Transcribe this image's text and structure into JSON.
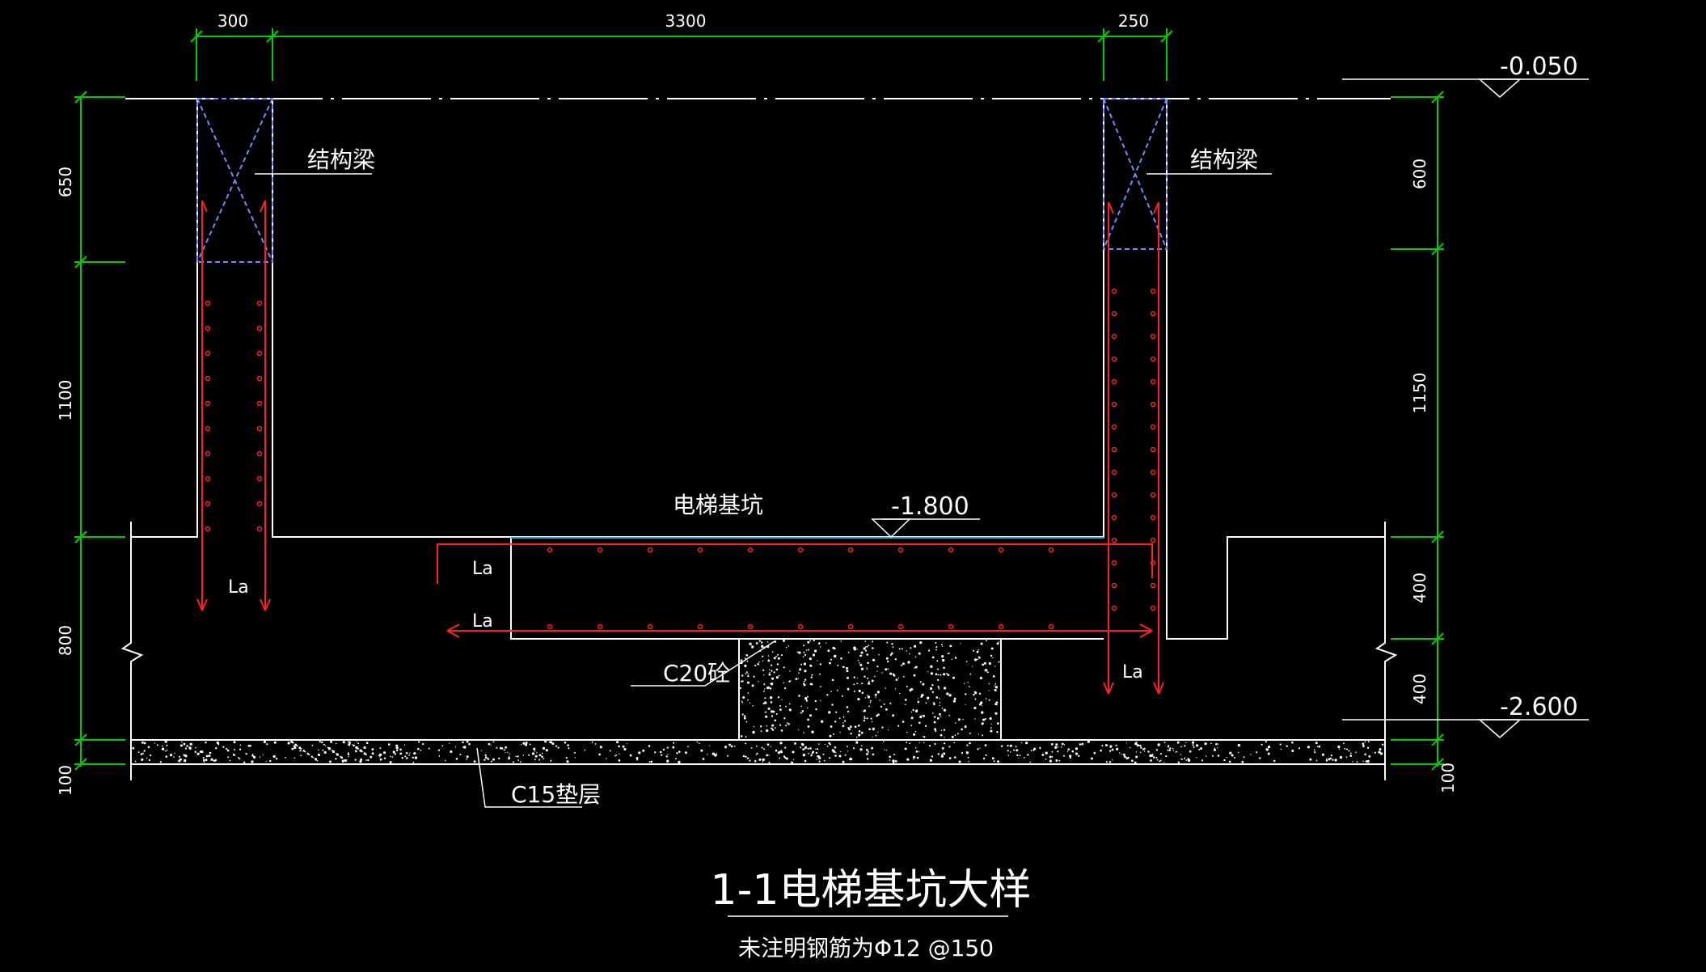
{
  "drawing": {
    "title": "1-1电梯基坑大样",
    "note": "未注明钢筋为Φ12 @150",
    "pit_label": "电梯基坑",
    "beam_left_label": "结构梁",
    "beam_right_label": "结构梁",
    "c20_label": "C20砼",
    "c15_label": "C15垫层",
    "anchor_label": "La"
  },
  "elevations": {
    "top": "-0.050",
    "pit_bottom": "-1.800",
    "base": "-2.600"
  },
  "dimensions": {
    "top": [
      "300",
      "3300",
      "250"
    ],
    "left": [
      "650",
      "1100",
      "800",
      "100"
    ],
    "right": [
      "600",
      "1150",
      "400",
      "400",
      "100"
    ]
  },
  "colors": {
    "background": "#000000",
    "outline": "#ffffff",
    "dimension": "#00cc00",
    "rebar": "#ff2020",
    "beam": "#6f8cff",
    "waterline": "#20b0d0"
  }
}
